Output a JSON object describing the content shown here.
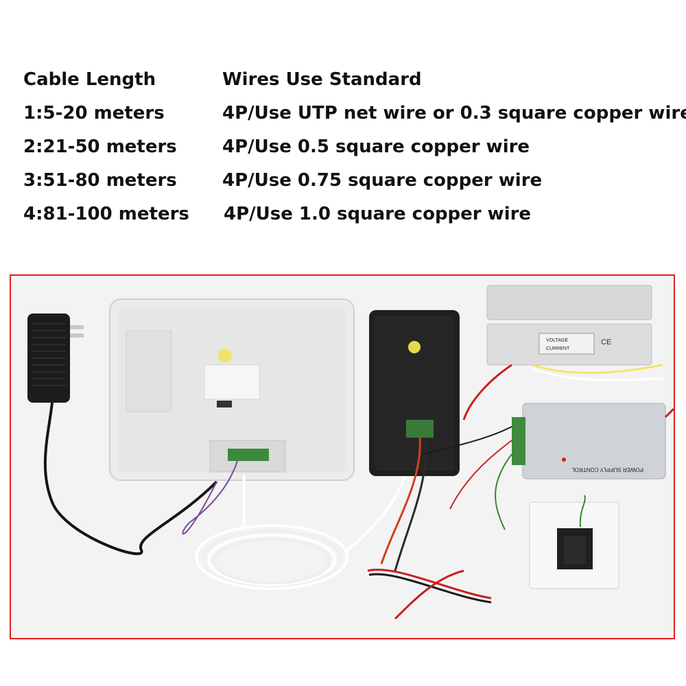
{
  "table": {
    "headers": {
      "cable_length": "Cable Length",
      "wires_standard": "Wires Use Standard"
    },
    "rows": [
      {
        "length": "1:5-20 meters",
        "standard": "4P/Use UTP net wire or 0.3 square copper wire"
      },
      {
        "length": "2:21-50 meters",
        "standard": "4P/Use 0.5 square copper wire"
      },
      {
        "length": "3:51-80 meters",
        "standard": "4P/Use 0.75 square copper wire"
      },
      {
        "length": "4:81-100 meters",
        "standard": "4P/Use 1.0 square copper wire"
      }
    ]
  },
  "photo": {
    "frame_color": "#e0201a",
    "power_supply_label": "POWER SUPPLY CONTROL",
    "lock_label_voltage": "VOLTAGE",
    "lock_label_current": "CURRENT",
    "ce_mark": "CE"
  }
}
